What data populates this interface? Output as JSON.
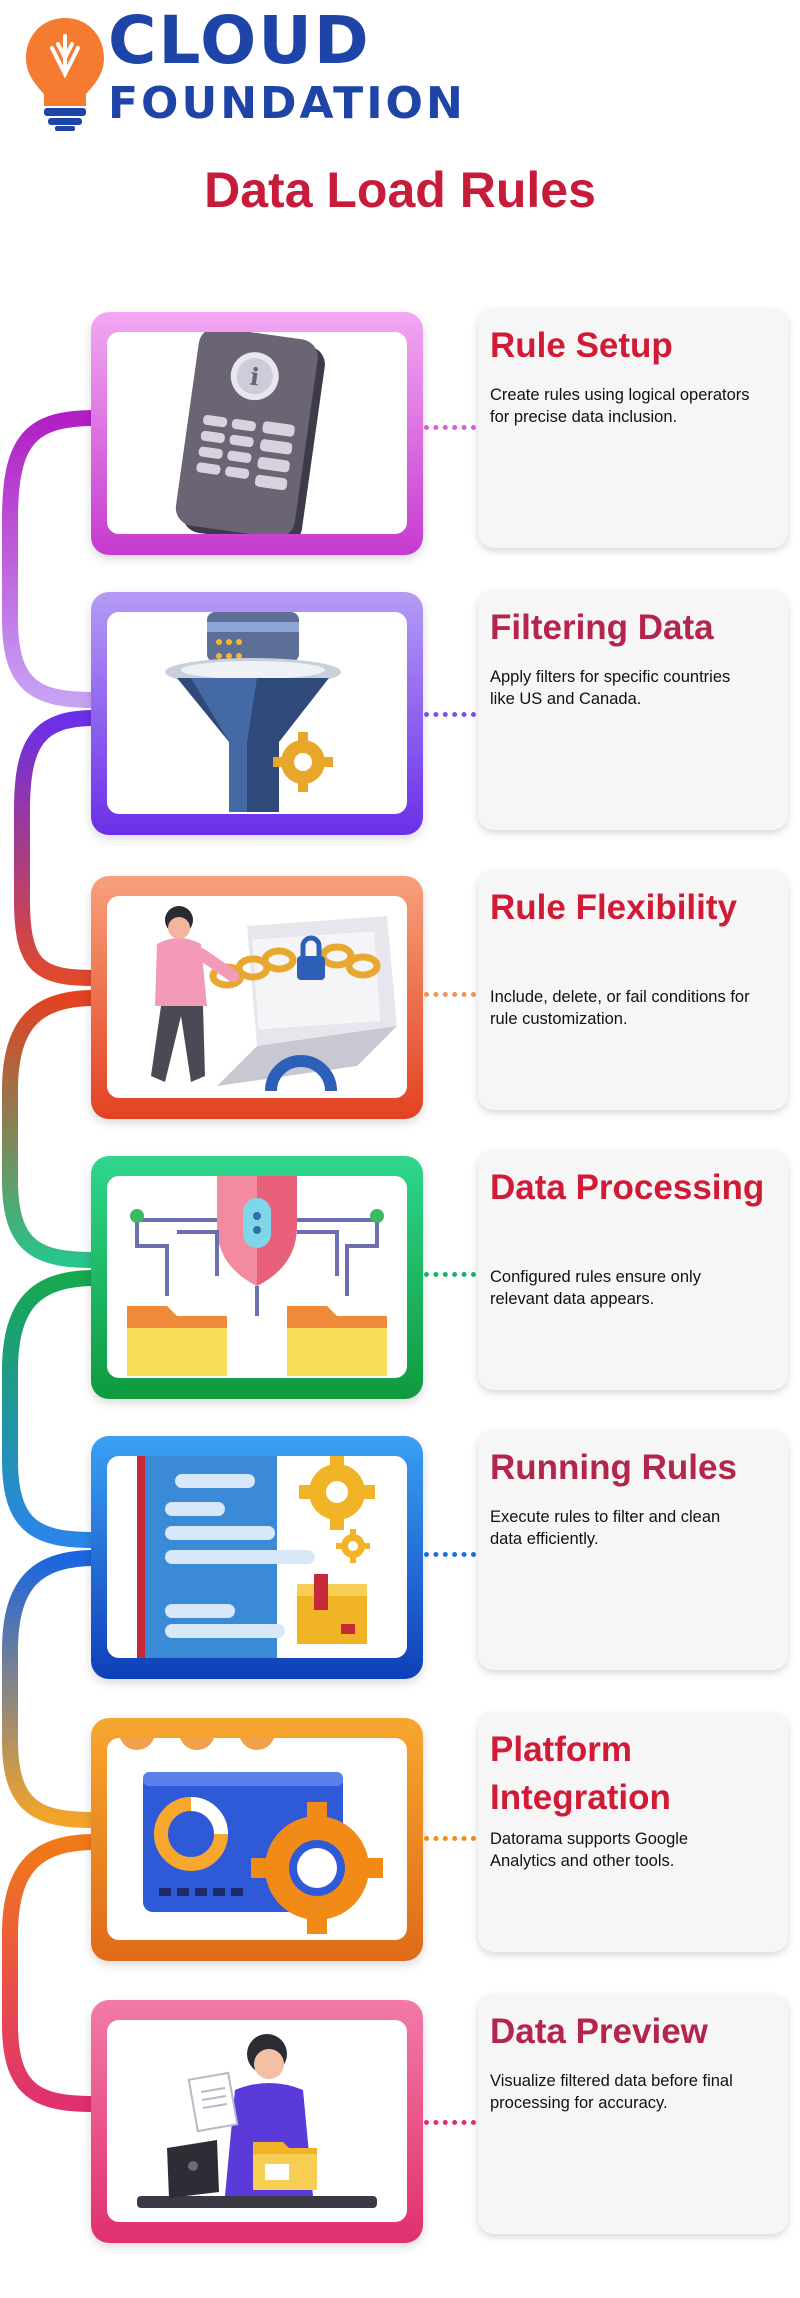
{
  "brand": {
    "name_line1": "CLOUD",
    "name_line2": "FOUNDATION",
    "colors": {
      "brand_blue": "#1e44a8",
      "bulb_orange": "#f47b30",
      "title_red": "#c61c3a"
    }
  },
  "page_title": "Data Load Rules",
  "steps": [
    {
      "title": "Rule Setup",
      "desc": "Create rules using logical operators for precise data inclusion.",
      "illustration": "phone-info-icon",
      "color": "#d85ee0"
    },
    {
      "title": "Filtering Data",
      "desc": "Apply filters for specific countries like US and Canada.",
      "illustration": "database-funnel-icon",
      "color": "#7c4ff0"
    },
    {
      "title": "Rule Flexibility",
      "desc": "Include, delete, or fail conditions for rule customization.",
      "illustration": "chain-lock-laptop-icon",
      "color": "#e8552e"
    },
    {
      "title": "Data Processing",
      "desc": "Configured rules ensure only relevant data appears.",
      "illustration": "shield-folders-icon",
      "color": "#18b46a"
    },
    {
      "title": "Running Rules",
      "desc": "Execute rules to filter and clean data efficiently.",
      "illustration": "document-gears-icon",
      "color": "#1b6fe0"
    },
    {
      "title": "Platform Integration",
      "desc": "Datorama supports Google Analytics and other tools.",
      "illustration": "dashboard-gear-icon",
      "color": "#f08a18"
    },
    {
      "title": "Data Preview",
      "desc": "Visualize filtered data before final processing for accuracy.",
      "illustration": "person-laptop-folder-icon",
      "color": "#e0306f"
    }
  ]
}
